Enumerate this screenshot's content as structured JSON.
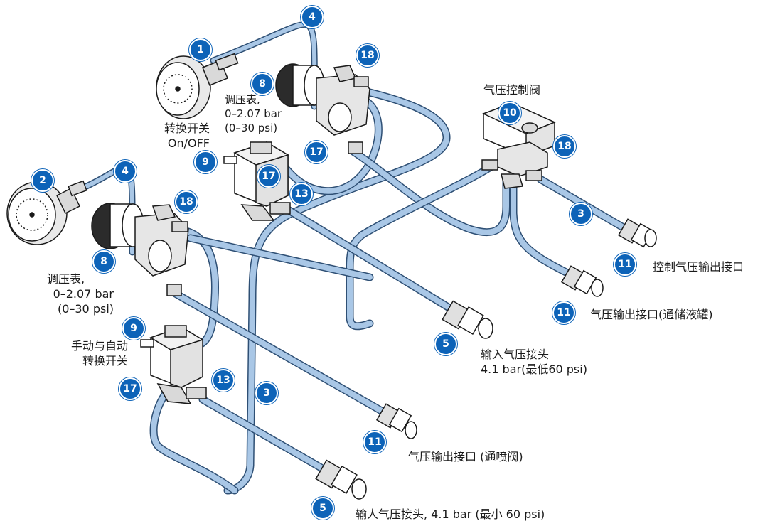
{
  "colors": {
    "hose_fill": "#a9c7e6",
    "hose_edge": "#2e4f74",
    "badge": "#0d63b8",
    "metal": "#d9d9d9",
    "outline": "#1a1a1a"
  },
  "labels": {
    "switch_on_off": [
      "转换开关",
      "On/OFF"
    ],
    "regulator_gauge_top": [
      "调压表,",
      "0–2.07 bar",
      "(0–30 psi)"
    ],
    "regulator_gauge_left": [
      "调压表,",
      "0–2.07 bar",
      "(0–30 psi)"
    ],
    "manual_auto_switch": [
      "手动与自动",
      "转换开关"
    ],
    "air_control_valve": "气压控制阀",
    "control_air_outlet": "控制气压输出接口",
    "air_outlet_tank": "气压输出接口(通储液罐)",
    "air_inlet_upper": [
      "输入气压接头",
      "4.1 bar(最低60 psi)"
    ],
    "air_outlet_spray_valve": "气压输出接口 (通喷阀)",
    "air_inlet_lower": "输人气压接头, 4.1 bar (最小 60 psi)"
  },
  "badges": {
    "b1": "1",
    "b2": "2",
    "b3a": "3",
    "b3b": "3",
    "b4a": "4",
    "b4b": "4",
    "b5a": "5",
    "b5b": "5",
    "b8a": "8",
    "b8b": "8",
    "b9a": "9",
    "b9b": "9",
    "b10": "10",
    "b11a": "11",
    "b11b": "11",
    "b11c": "11",
    "b13a": "13",
    "b13b": "13",
    "b17a": "17",
    "b17b": "17",
    "b18a": "18",
    "b18b": "18",
    "b18c": "18"
  }
}
